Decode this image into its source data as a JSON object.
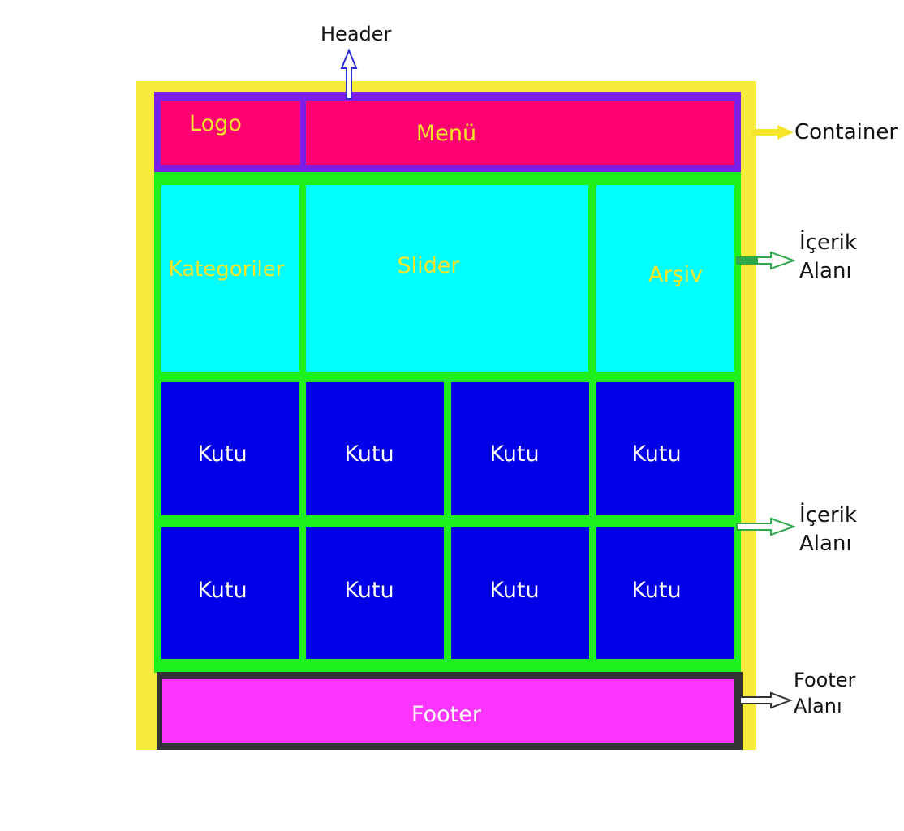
{
  "header": {
    "label": "Header",
    "logo": "Logo",
    "menu": "Menü"
  },
  "top_row": {
    "categories": "Kategoriler",
    "slider": "Slider",
    "archive": "Arşiv"
  },
  "boxes": [
    {
      "label": "Kutu"
    },
    {
      "label": "Kutu"
    },
    {
      "label": "Kutu"
    },
    {
      "label": "Kutu"
    },
    {
      "label": "Kutu"
    },
    {
      "label": "Kutu"
    },
    {
      "label": "Kutu"
    },
    {
      "label": "Kutu"
    }
  ],
  "footer": {
    "label": "Footer"
  },
  "annotations": {
    "container": "Container",
    "content_area_1": [
      "İçerik",
      "Alanı"
    ],
    "content_area_2": [
      "İçerik",
      "Alanı"
    ],
    "footer_area": [
      "Footer",
      "Alanı"
    ]
  },
  "colors": {
    "container": "#f7ec3c",
    "header_frame": "#7b1fe8",
    "header_fill": "#ff0073",
    "content_frame": "#1ef01e",
    "top_fill": "#00ffff",
    "box_fill": "#0000e6",
    "footer_frame": "#333333",
    "footer_fill": "#ff33ff",
    "yellow_text": "#f5e62a",
    "white_text": "#ffffff"
  },
  "icons": [
    "header-arrow-icon",
    "container-arrow-icon",
    "content-arrow-icon",
    "footer-arrow-icon"
  ]
}
